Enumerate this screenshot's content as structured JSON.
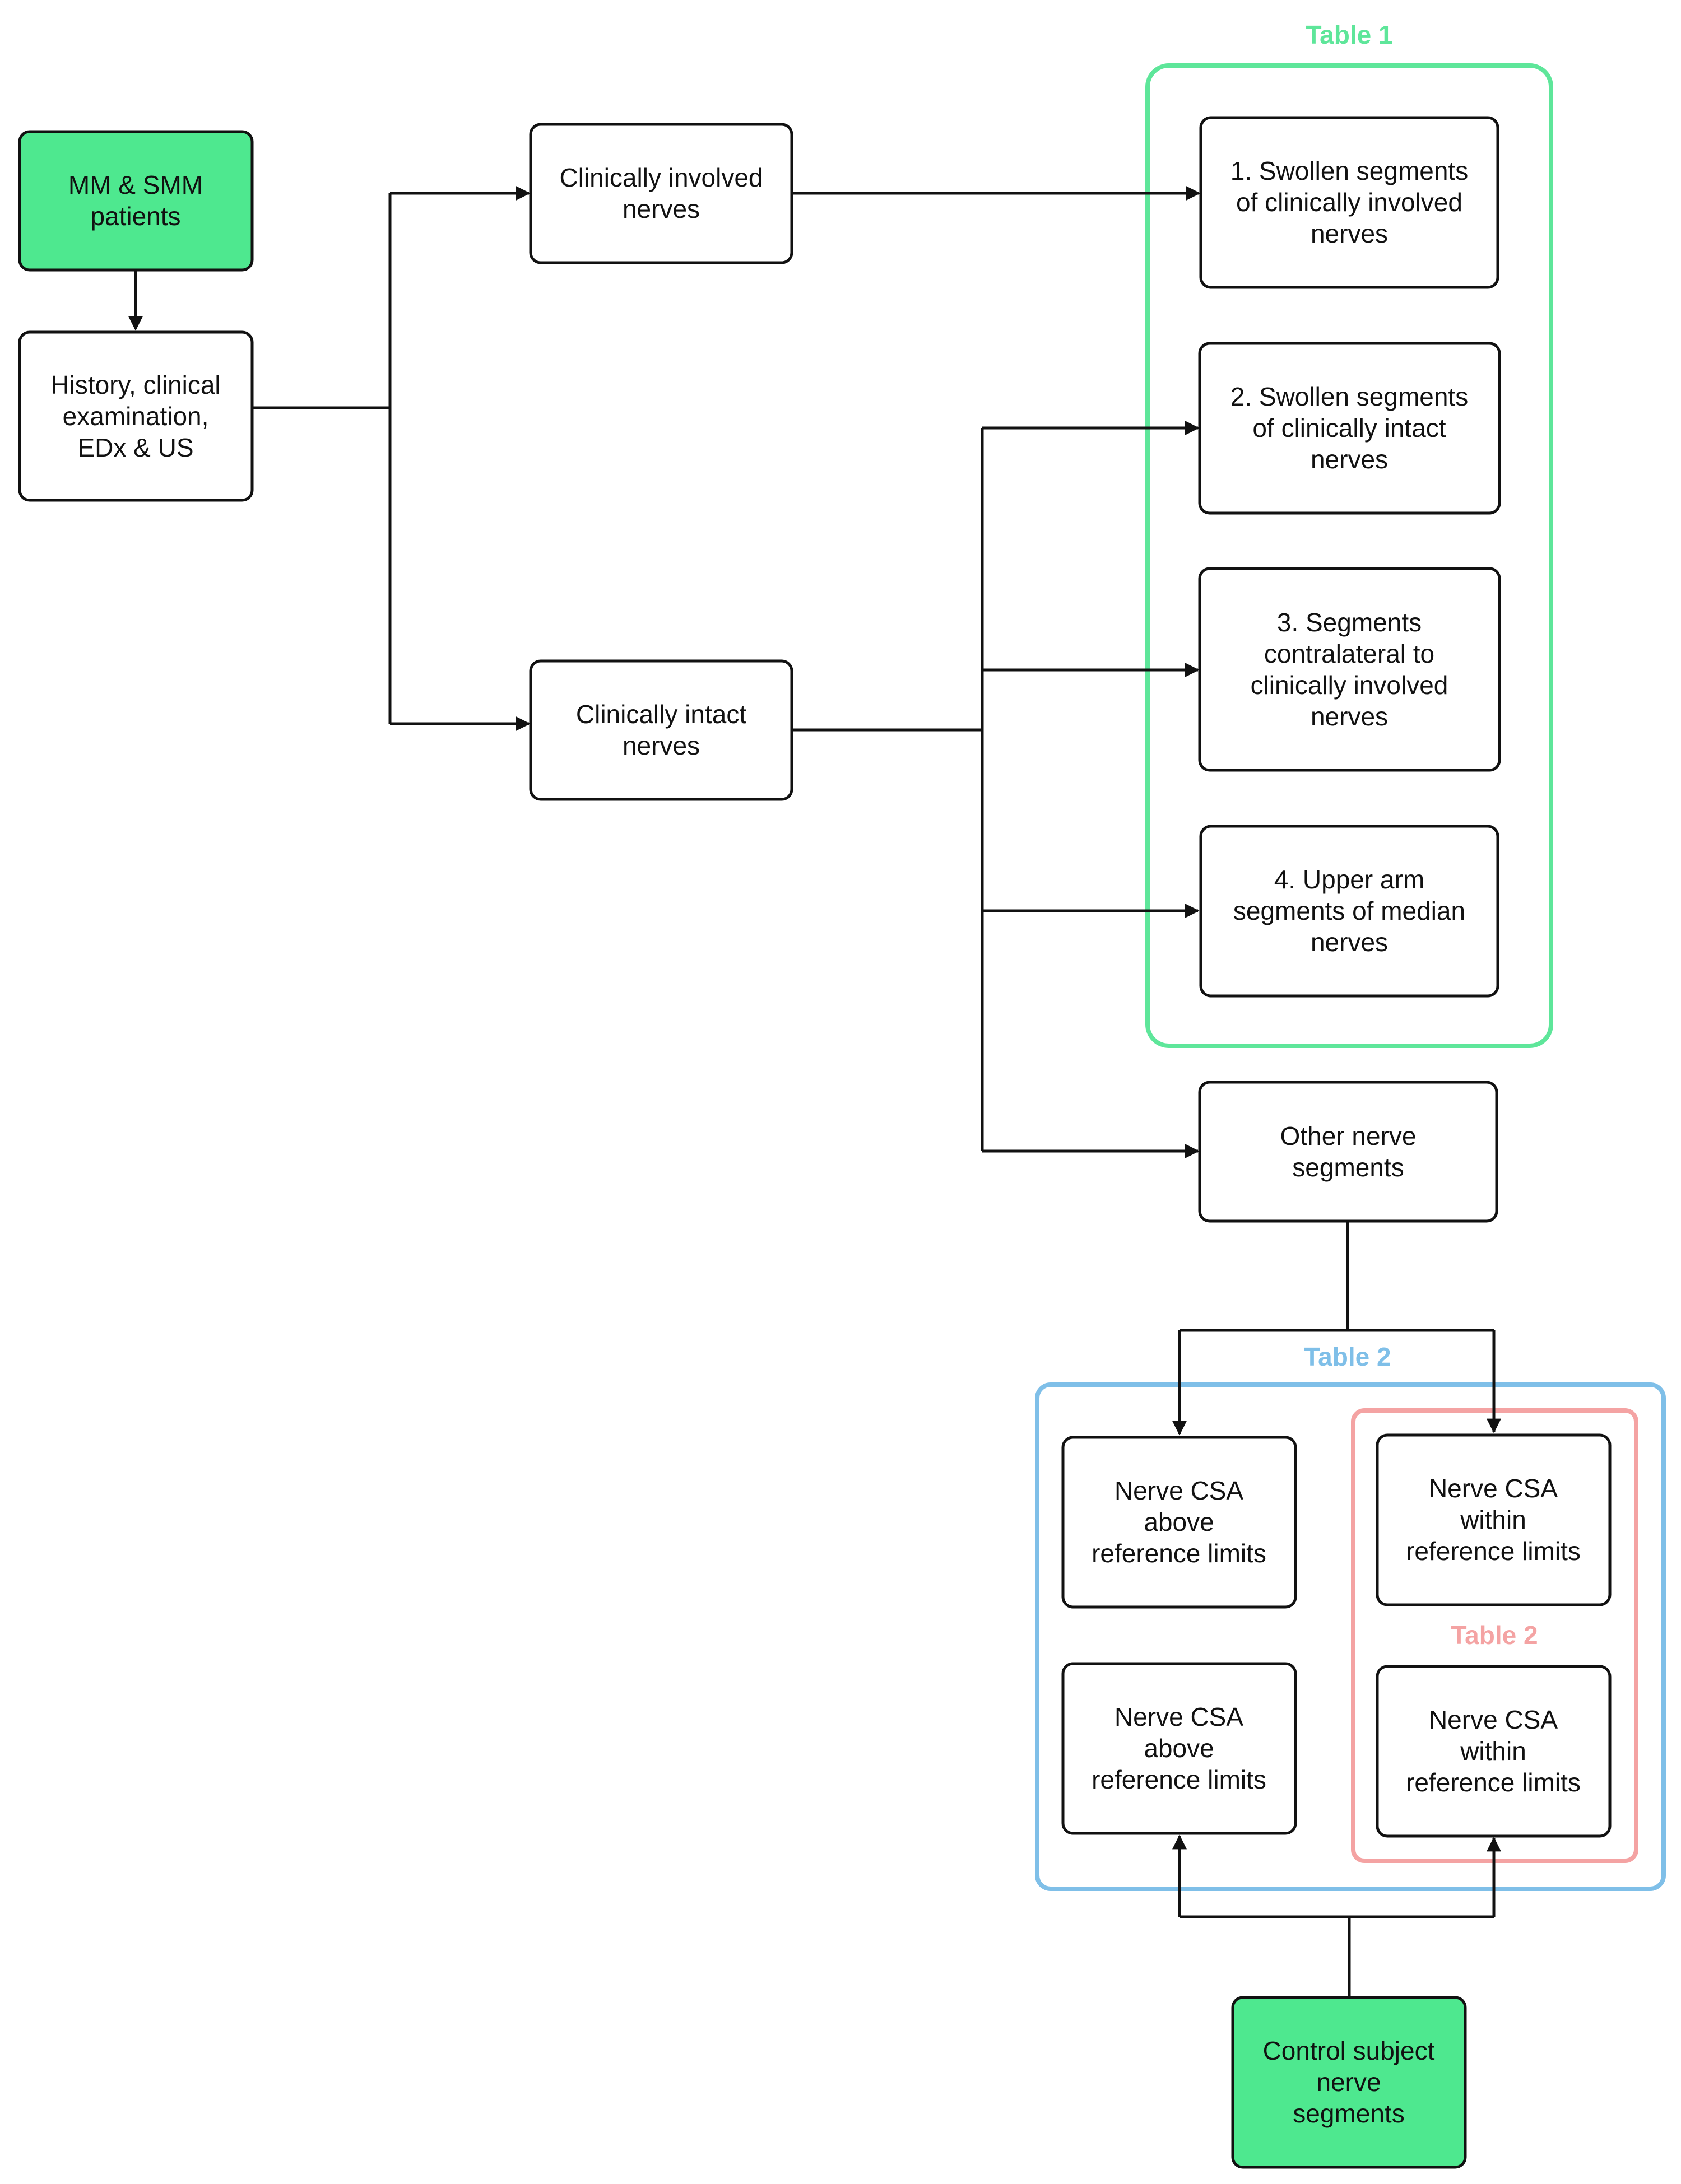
{
  "colors": {
    "start_fill": "#4ee88f",
    "table1_border": "#5ee69a",
    "table2_blue_border": "#7fbfe8",
    "table2_red_border": "#f4a3a3",
    "line": "#111111"
  },
  "groups": {
    "table1_label": "Table 1",
    "table2_outer_label": "Table 2",
    "table2_inner_label": "Table 2"
  },
  "nodes": {
    "patients": [
      "MM & SMM",
      "patients"
    ],
    "history": [
      "History, clinical",
      "examination,",
      "EDx & US"
    ],
    "involved": [
      "Clinically involved",
      "nerves"
    ],
    "intact": [
      "Clinically intact",
      "nerves"
    ],
    "t1_item1": [
      "1. Swollen segments",
      "of clinically involved",
      "nerves"
    ],
    "t1_item2": [
      "2. Swollen segments",
      "of clinically intact",
      "nerves"
    ],
    "t1_item3": [
      "3. Segments",
      "contralateral to",
      "clinically involved",
      "nerves"
    ],
    "t1_item4": [
      "4. Upper arm",
      "segments of median",
      "nerves"
    ],
    "other": [
      "Other nerve",
      "segments"
    ],
    "csa_above_top": [
      "Nerve CSA",
      "above",
      "reference limits"
    ],
    "csa_within_top": [
      "Nerve CSA",
      "within",
      "reference limits"
    ],
    "csa_above_bottom": [
      "Nerve CSA",
      "above",
      "reference limits"
    ],
    "csa_within_bottom": [
      "Nerve CSA",
      "within",
      "reference limits"
    ],
    "control": [
      "Control subject",
      "nerve",
      "segments"
    ]
  }
}
